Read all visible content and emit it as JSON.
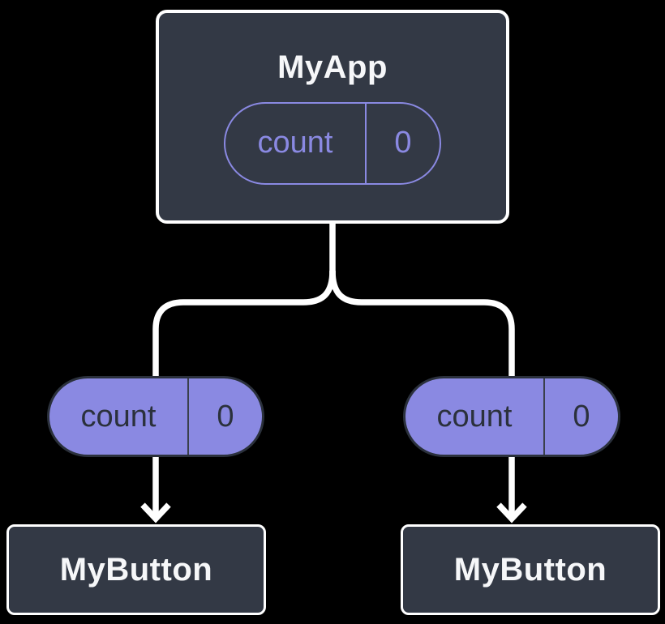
{
  "diagram_title": "component-state-tree",
  "colors": {
    "bg": "#000000",
    "node": "#333945",
    "node-border": "#ffffff",
    "purple": "#8a89e2",
    "line": "#ffffff",
    "text-light": "#f6f7f9",
    "text-dark": "#2b313c",
    "pill-divider": "#3a404c"
  },
  "root": {
    "title": "MyApp",
    "state": {
      "name": "count",
      "value": "0"
    }
  },
  "branches": [
    {
      "pill": {
        "name": "count",
        "value": "0"
      },
      "button": {
        "label": "MyButton"
      }
    },
    {
      "pill": {
        "name": "count",
        "value": "0"
      },
      "button": {
        "label": "MyButton"
      }
    }
  ]
}
